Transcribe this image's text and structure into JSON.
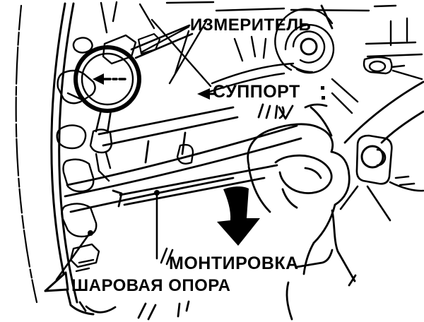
{
  "figure": {
    "kind": "automotive service manual line drawing",
    "colors": {
      "ink": "#000000",
      "paper": "#ffffff"
    },
    "icons": {
      "down_arrow": "large filled black arrow pointing down (press direction on pry bar)",
      "gauge_needle": "left-pointing arrow inside dial indicator face",
      "caliper_pointer": "small filled arrowhead pointing left",
      "ball_joint_pointer": "hollow triangle arrowhead with leader line to dot"
    }
  },
  "labels": {
    "gauge": "ИЗМЕРИТЕЛЬ",
    "caliper": "СУППОРТ",
    "pry_bar": "МОНТИРОВКА",
    "ball_joint": "ШАРОВАЯ ОПОРА"
  }
}
